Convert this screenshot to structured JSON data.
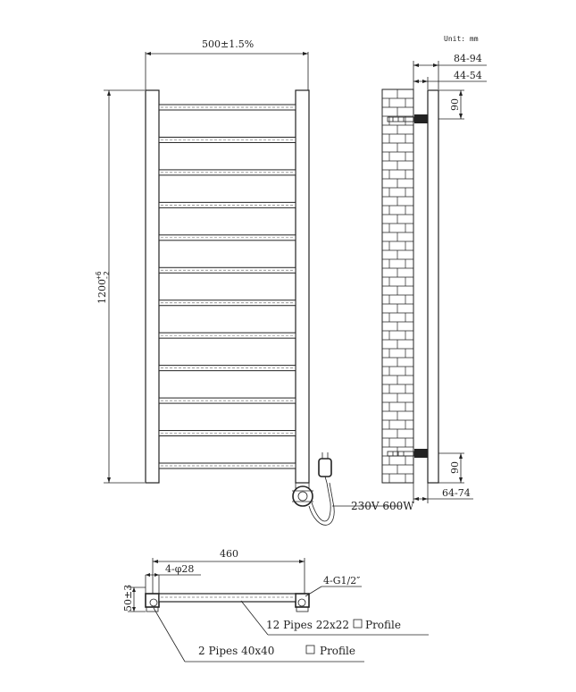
{
  "unit_label": "Unit: mm",
  "front": {
    "width_dim": "500±1.5%",
    "height_dim_main": "1200",
    "height_tol_upper": "+6",
    "height_tol_lower": "-2",
    "rungs_count": 12,
    "power_label": "230V 600W"
  },
  "side": {
    "dim_top_outer": "84-94",
    "dim_top_inner": "44-54",
    "dim_bracket_top": "90",
    "dim_bracket_bottom": "90",
    "dim_bottom": "64-74"
  },
  "plan": {
    "dim_length": "460",
    "dim_holes": "4-φ28",
    "dim_depth": "50±3",
    "dim_thread": "4-G1/2″",
    "label_pipes": "12 Pipes 22x22",
    "label_pipes_profile": "Profile",
    "label_rails": "2 Pipes 40x40",
    "label_rails_profile": "Profile"
  }
}
